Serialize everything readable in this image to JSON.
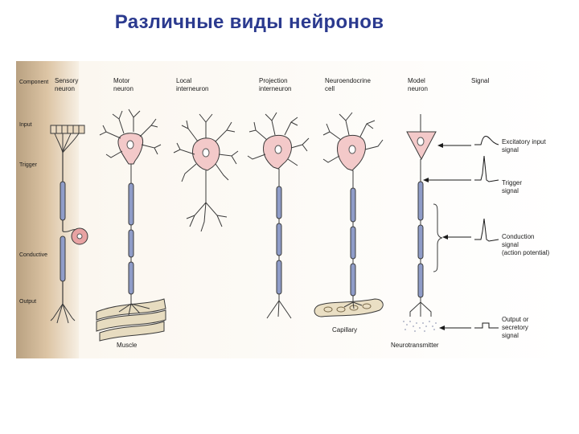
{
  "title": "Различные виды нейронов",
  "rows": {
    "component": "Component",
    "input": "Input",
    "trigger": "Trigger",
    "conductive": "Conductive",
    "output": "Output"
  },
  "columns": {
    "sensory": [
      "Sensory",
      "neuron"
    ],
    "motor": [
      "Motor",
      "neuron"
    ],
    "local": [
      "Local",
      "interneuron"
    ],
    "projection": [
      "Projection",
      "interneuron"
    ],
    "neuroendocrine": [
      "Neuroendocrine",
      "cell"
    ],
    "model": [
      "Model",
      "neuron"
    ],
    "signal": [
      "Signal"
    ]
  },
  "annotations": {
    "muscle": "Muscle",
    "capillary": "Capillary",
    "neurotransmitter": "Neurotransmitter"
  },
  "signals": {
    "excitatory": [
      "Excitatory input",
      "signal"
    ],
    "trigger": [
      "Trigger",
      "signal"
    ],
    "conduction": [
      "Conduction",
      "signal",
      "(action potential)"
    ],
    "output": [
      "Output or",
      "secretory",
      "signal"
    ]
  },
  "colors": {
    "title": "#2b3a8f",
    "cell_body": "#f3c9c9",
    "outline": "#3a3a3a",
    "myelin": "#8f9cc8",
    "page_edge": "#b08a5a"
  }
}
